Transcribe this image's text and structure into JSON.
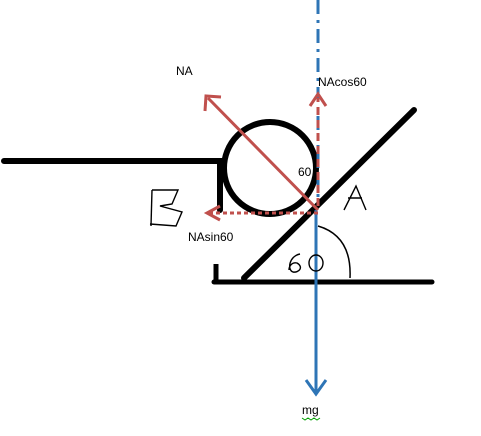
{
  "diagram": {
    "labels": {
      "na": "NA",
      "na_cos": "NAcos60",
      "na_sin": "NAsin60",
      "mg": "mg",
      "angle_small": "60",
      "angle_base": "60",
      "point_a": "A",
      "point_b": "B"
    },
    "colors": {
      "structure": "#000000",
      "force_red": "#c0504d",
      "gravity_blue": "#2e75b6",
      "spellcheck_green": "#00a000"
    }
  }
}
